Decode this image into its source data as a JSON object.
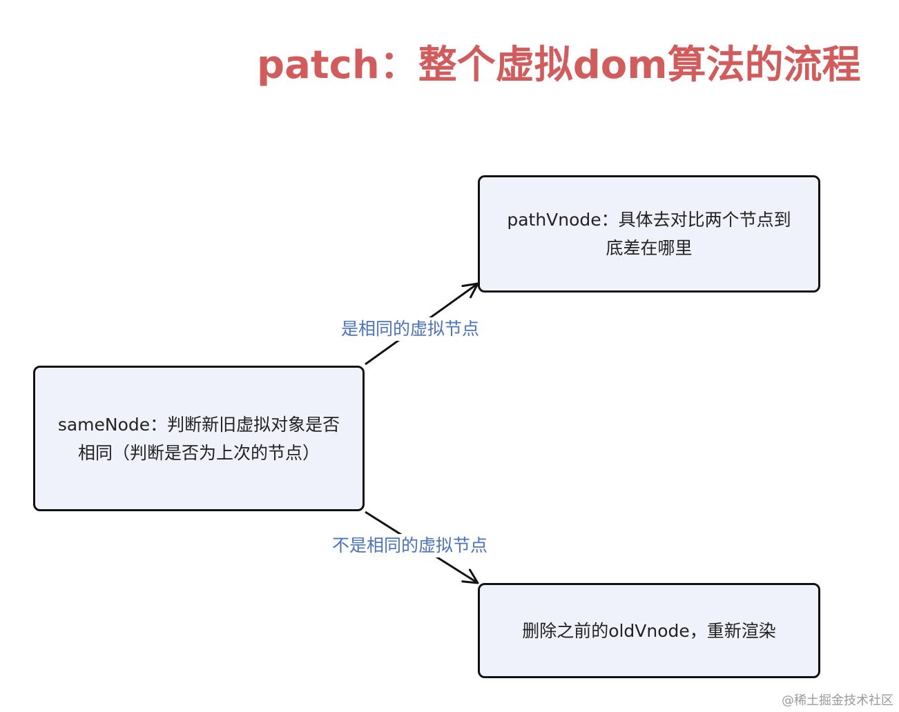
{
  "title": "patch：整个虚拟dom算法的流程",
  "colors": {
    "title": "#d25c5c",
    "node_fill": "#eff2fa",
    "node_border": "#111111",
    "edge": "#111111",
    "edge_label": "#4a72c4",
    "watermark": "#9a9a9a"
  },
  "nodes": {
    "same_node": {
      "line1": "sameNode：判断新旧虚拟对象是否",
      "line2": "相同（判断是否为上次的节点）"
    },
    "path_vnode": {
      "line1": "pathVnode：具体去对比两个节点到",
      "line2": "底差在哪里"
    },
    "delete_node": {
      "line1": "删除之前的oldVnode，重新渲染"
    }
  },
  "edges": {
    "same_label": "是相同的虚拟节点",
    "diff_label": "不是相同的虚拟节点"
  },
  "watermark": "@稀土掘金技术社区"
}
